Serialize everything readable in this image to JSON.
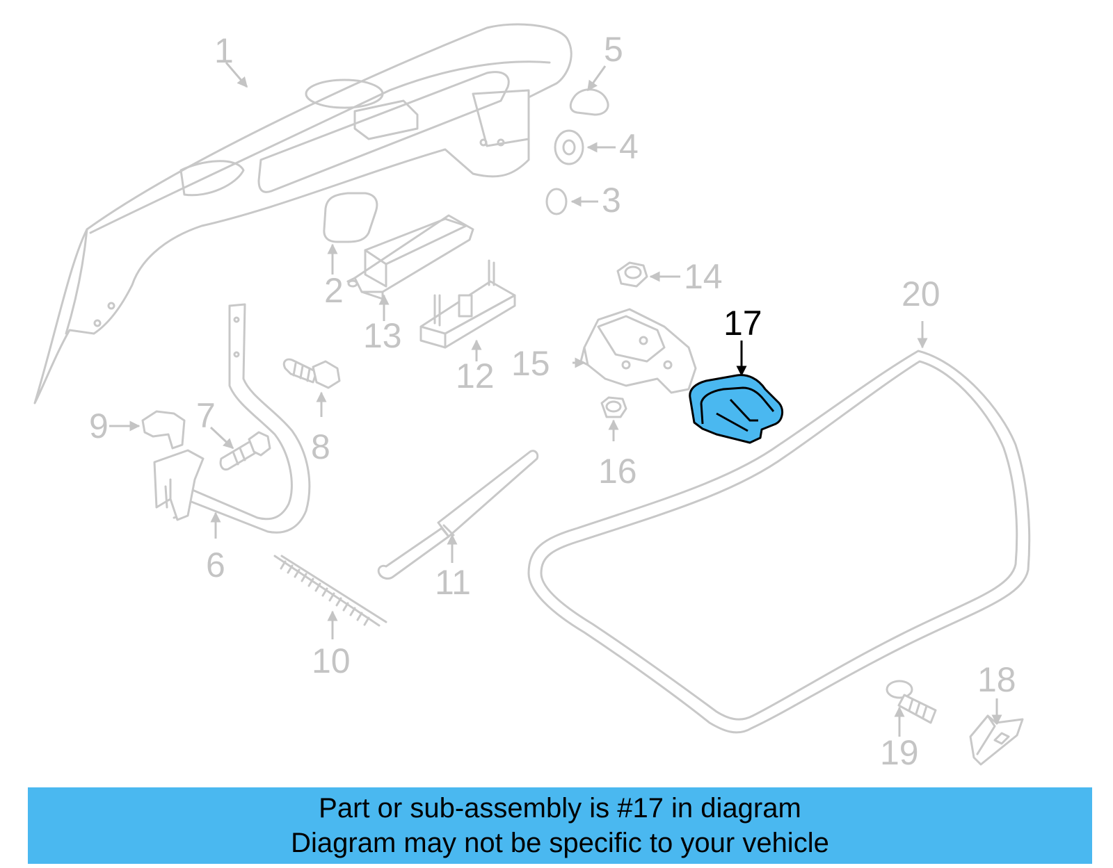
{
  "highlight": {
    "part": "17",
    "color": "#4ab8f0"
  },
  "callouts": {
    "c1": "1",
    "c2": "2",
    "c3": "3",
    "c4": "4",
    "c5": "5",
    "c6": "6",
    "c7": "7",
    "c8": "8",
    "c9": "9",
    "c10": "10",
    "c11": "11",
    "c12": "12",
    "c13": "13",
    "c14": "14",
    "c15": "15",
    "c16": "16",
    "c17": "17",
    "c18": "18",
    "c19": "19",
    "c20": "20"
  },
  "banner": {
    "line1": "Part or sub-assembly is #17 in diagram",
    "line2": "Diagram may not be specific to your vehicle"
  }
}
